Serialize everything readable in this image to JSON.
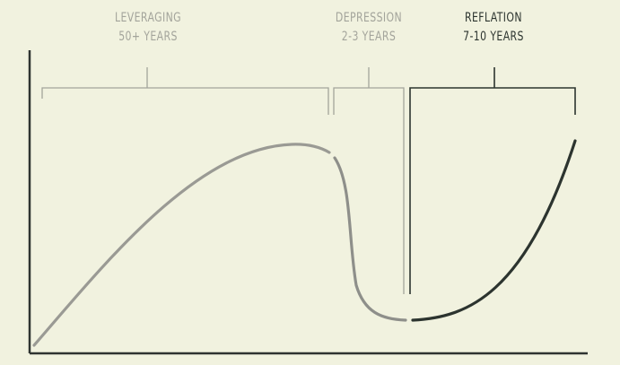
{
  "phases": [
    {
      "id": "leveraging",
      "name": "LEVERAGING",
      "duration": "50+ YEARS",
      "color": "#a3a49b"
    },
    {
      "id": "depression",
      "name": "DEPRESSION",
      "duration": "2-3 YEARS",
      "color": "#a3a49b"
    },
    {
      "id": "reflation",
      "name": "REFLATION",
      "duration": "7-10 YEARS",
      "color": "#2c342f"
    }
  ],
  "colors": {
    "background": "#f1f2df",
    "axis": "#2f3431",
    "curve_gray": "#9a9a94",
    "curve_dark": "#2c342f",
    "bracket_gray": "#a3a49b",
    "bracket_dark": "#2c342f"
  }
}
